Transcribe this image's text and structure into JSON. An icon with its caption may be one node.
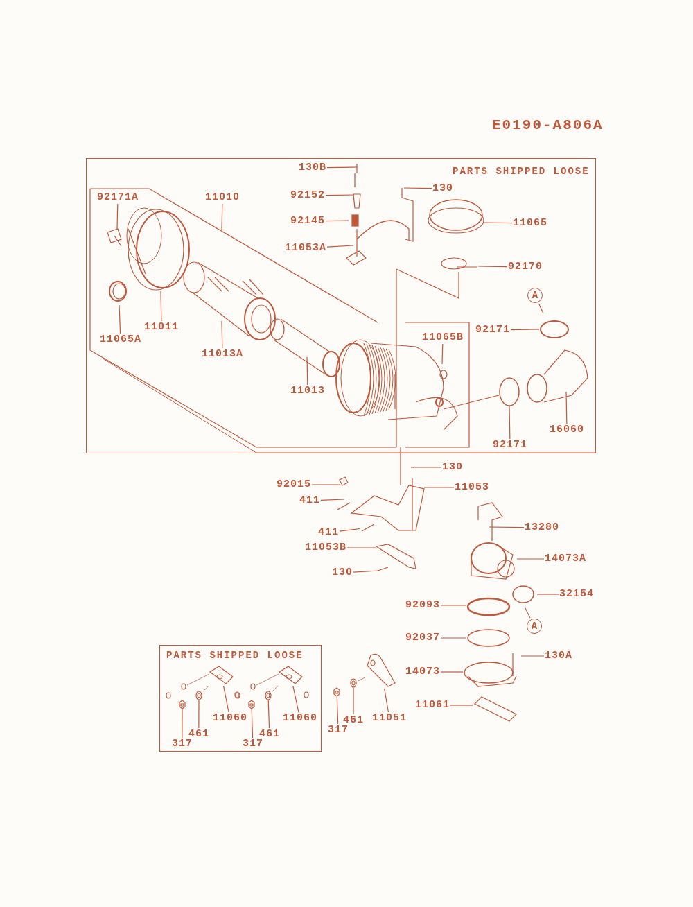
{
  "diagram": {
    "title": "E0190-A806A",
    "nodes": [
      {
        "text": [
          "PARTS SHIPPED LOOSE"
        ]
      },
      {
        "text": [
          "PARTS SHIPPED LOOSE"
        ]
      },
      {
        "text": [
          "130B"
        ],
        "in": 0
      },
      {
        "text": [
          "92152"
        ],
        "in": 0
      },
      {
        "text": [
          "92145"
        ],
        "in": 0
      },
      {
        "text": [
          "11053A"
        ],
        "in": 0
      },
      {
        "text": [
          "130"
        ],
        "in": 0
      },
      {
        "text": [
          "11065"
        ],
        "in": 0
      },
      {
        "text": [
          "92170"
        ],
        "in": 0
      },
      {
        "text": [
          "92171A"
        ],
        "in": 0
      },
      {
        "text": [
          "11010"
        ],
        "in": 0
      },
      {
        "text": [
          "11011"
        ],
        "in": 0
      },
      {
        "text": [
          "11065A"
        ],
        "in": 0
      },
      {
        "text": [
          "11013A"
        ],
        "in": 0
      },
      {
        "text": [
          "11013"
        ],
        "in": 0
      },
      {
        "text": [
          "11065B"
        ],
        "in": 0
      },
      {
        "text": [
          "92171"
        ],
        "in": 0
      },
      {
        "text": [
          "92171"
        ],
        "in": 0
      },
      {
        "text": [
          "16060"
        ],
        "in": 0
      },
      {
        "text": [
          "A"
        ],
        "in": 0
      },
      {
        "text": [
          "130"
        ]
      },
      {
        "text": [
          "11053"
        ]
      },
      {
        "text": [
          "92015"
        ]
      },
      {
        "text": [
          "411"
        ]
      },
      {
        "text": [
          "411"
        ]
      },
      {
        "text": [
          "11053B"
        ]
      },
      {
        "text": [
          "130"
        ]
      },
      {
        "text": [
          "13280"
        ]
      },
      {
        "text": [
          "14073A"
        ]
      },
      {
        "text": [
          "32154"
        ]
      },
      {
        "text": [
          "A"
        ]
      },
      {
        "text": [
          "92093"
        ]
      },
      {
        "text": [
          "92037"
        ]
      },
      {
        "text": [
          "130A"
        ]
      },
      {
        "text": [
          "14073"
        ]
      },
      {
        "text": [
          "11061"
        ]
      },
      {
        "text": [
          "317"
        ]
      },
      {
        "text": [
          "461"
        ]
      },
      {
        "text": [
          "11051"
        ]
      },
      {
        "text": [
          "11060"
        ],
        "in": 1
      },
      {
        "text": [
          "461"
        ],
        "in": 1
      },
      {
        "text": [
          "317"
        ],
        "in": 1
      },
      {
        "text": [
          "11060"
        ],
        "in": 1
      },
      {
        "text": [
          "461"
        ],
        "in": 1
      },
      {
        "text": [
          "317"
        ],
        "in": 1
      },
      {
        "text": [],
        "shape": "picture"
      },
      {
        "text": [],
        "shape": "picture"
      },
      {
        "text": [],
        "shape": "picture"
      },
      {
        "text": [],
        "shape": "picture"
      },
      {
        "text": [],
        "shape": "picture",
        "in": 1
      },
      {
        "text": [],
        "shape": "picture",
        "in": 1
      },
      {
        "text": [],
        "shape": "picture",
        "in": 1
      },
      {
        "text": [],
        "shape": "picture",
        "in": 1
      },
      {
        "text": [],
        "shape": "picture",
        "in": 1
      },
      {
        "text": [],
        "shape": "picture",
        "in": 1
      }
    ],
    "edges": [
      {
        "from": 2,
        "to": null,
        "arrow": "none"
      },
      {
        "from": 3,
        "to": null,
        "arrow": "none"
      },
      {
        "from": 4,
        "to": null,
        "arrow": "none"
      },
      {
        "from": 5,
        "to": null,
        "arrow": "none"
      },
      {
        "from": 6,
        "to": null,
        "arrow": "none"
      },
      {
        "from": 7,
        "to": null,
        "arrow": "none"
      },
      {
        "from": 8,
        "to": null,
        "arrow": "none"
      },
      {
        "from": 9,
        "to": null,
        "arrow": "none"
      },
      {
        "from": 10,
        "to": null,
        "arrow": "none"
      },
      {
        "from": 11,
        "to": null,
        "arrow": "none"
      },
      {
        "from": 12,
        "to": null,
        "arrow": "none"
      },
      {
        "from": 13,
        "to": null,
        "arrow": "none"
      },
      {
        "from": 14,
        "to": null,
        "arrow": "none"
      },
      {
        "from": 15,
        "to": null,
        "arrow": "none"
      },
      {
        "from": 16,
        "to": null,
        "arrow": "none"
      },
      {
        "from": 17,
        "to": null,
        "arrow": "none"
      },
      {
        "from": 18,
        "to": null,
        "arrow": "none"
      },
      {
        "from": 19,
        "to": null,
        "arrow": "none"
      },
      {
        "from": 20,
        "to": null,
        "arrow": "none"
      },
      {
        "from": 21,
        "to": null,
        "arrow": "none"
      },
      {
        "from": 22,
        "to": null,
        "arrow": "none"
      },
      {
        "from": 23,
        "to": null,
        "arrow": "none"
      },
      {
        "from": 24,
        "to": 45,
        "arrow": "none"
      },
      {
        "from": 25,
        "to": null,
        "arrow": "none"
      },
      {
        "from": 26,
        "to": null,
        "arrow": "none"
      },
      {
        "from": 27,
        "to": null,
        "arrow": "none"
      },
      {
        "from": 28,
        "to": null,
        "arrow": "none"
      },
      {
        "from": 29,
        "to": null,
        "arrow": "none"
      },
      {
        "from": 30,
        "to": null,
        "arrow": "none"
      },
      {
        "from": 31,
        "to": null,
        "arrow": "none"
      },
      {
        "from": 32,
        "to": null,
        "arrow": "none"
      },
      {
        "from": 33,
        "to": null,
        "arrow": "none"
      },
      {
        "from": 34,
        "to": null,
        "arrow": "none"
      },
      {
        "from": 35,
        "to": null,
        "arrow": "none"
      },
      {
        "from": 36,
        "to": 46,
        "arrow": "none"
      },
      {
        "from": 37,
        "to": 47,
        "arrow": "none"
      },
      {
        "from": 38,
        "to": 48,
        "arrow": "none"
      },
      {
        "from": 39,
        "to": 49,
        "arrow": "none"
      },
      {
        "from": 40,
        "to": 50,
        "arrow": "none"
      },
      {
        "from": 41,
        "to": 51,
        "arrow": "none"
      },
      {
        "from": 42,
        "to": 52,
        "arrow": "none"
      },
      {
        "from": 43,
        "to": 53,
        "arrow": "none"
      },
      {
        "from": 44,
        "to": 54,
        "arrow": "none"
      },
      {
        "from": 47,
        "to": 48,
        "arrow": "none"
      },
      {
        "from": 50,
        "to": 49,
        "arrow": "none"
      },
      {
        "from": 53,
        "to": 52,
        "arrow": "none"
      }
    ]
  }
}
